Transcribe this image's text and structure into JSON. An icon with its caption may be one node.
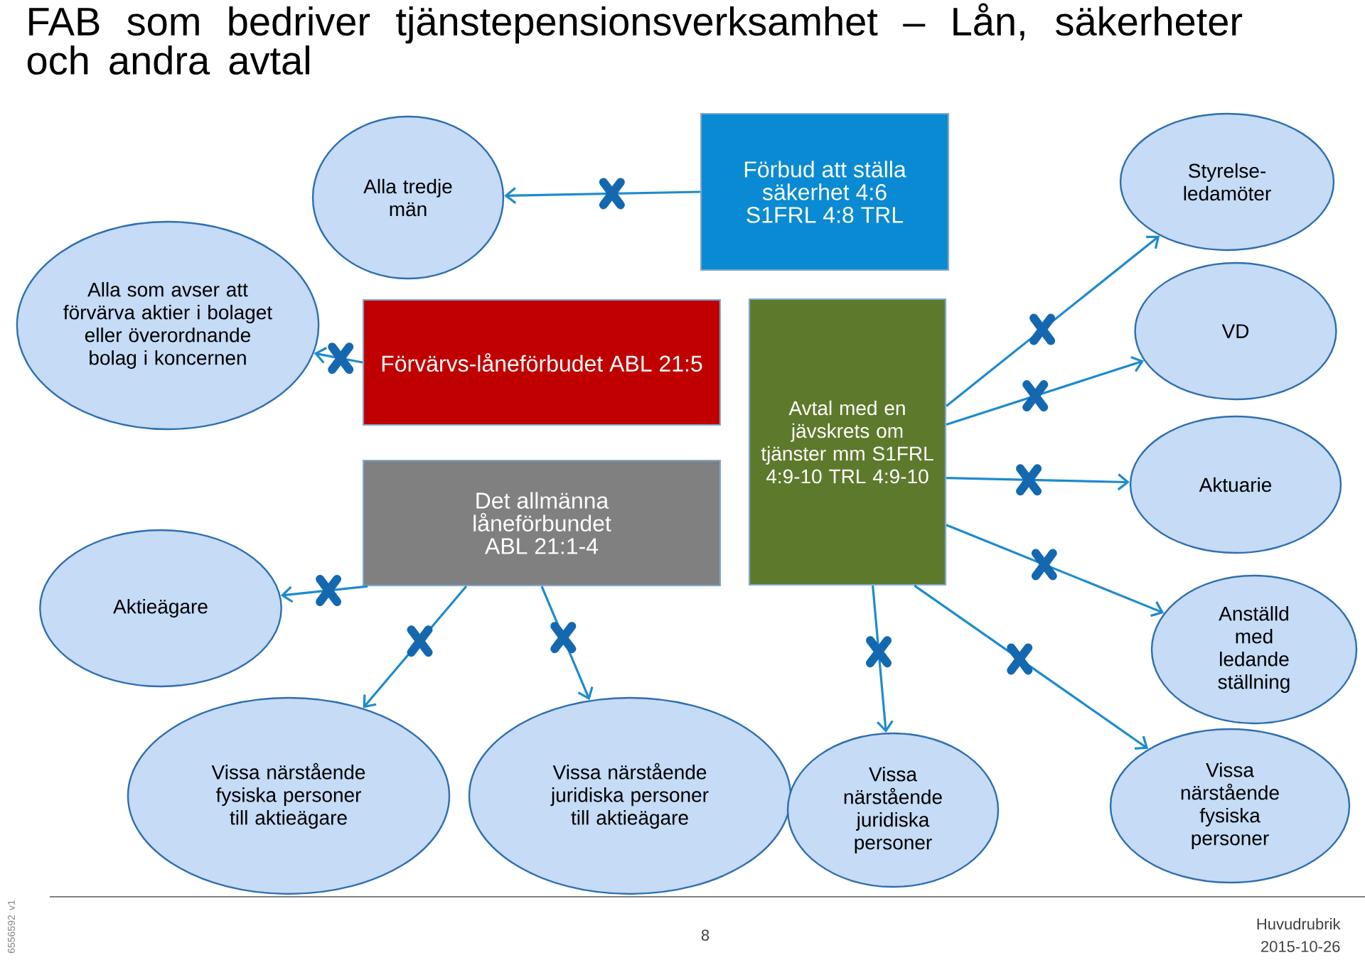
{
  "diagram": {
    "title": "FAB som bedriver tjänstepensionsverksamhet – Lån, säkerheter och andra avtal",
    "nodes": [
      {
        "text": [
          "Alla tredje män"
        ]
      },
      {
        "text": [
          "Förbud att ställa säkerhet 4:6 S1FRL 4:8 TRL"
        ]
      },
      {
        "text": [
          "Styrelse-ledamöter"
        ]
      },
      {
        "text": [
          "Alla som avser att förvärva aktier i bolaget eller överordnande bolag i koncernen"
        ]
      },
      {
        "text": [
          "Förvärvs-låneförbudet ABL 21:5"
        ]
      },
      {
        "text": [
          "Avtal med en jävskrets om tjänster mm S1FRL 4:9-10 TRL 4:9-10"
        ]
      },
      {
        "text": [
          "VD"
        ]
      },
      {
        "text": [
          "Det allmänna låneförbundet ABL 21:1-4"
        ]
      },
      {
        "text": [
          "Aktuarie"
        ]
      },
      {
        "text": [
          "Aktieägare"
        ]
      },
      {
        "text": [
          "Anställd med ledande ställning"
        ]
      },
      {
        "text": [
          "Vissa närstående fysiska personer till aktieägare"
        ]
      },
      {
        "text": [
          "Vissa närstående juridiska personer till aktieägare"
        ]
      },
      {
        "text": [
          "Vissa närstående juridiska personer"
        ]
      },
      {
        "text": [
          "Vissa närstående fysiska personer"
        ]
      }
    ],
    "edges": [
      {
        "from": 1,
        "to": 0,
        "arrow": "to"
      },
      {
        "from": 4,
        "to": 3,
        "arrow": "to"
      },
      {
        "from": 7,
        "to": 9,
        "arrow": "to"
      },
      {
        "from": 7,
        "to": 11,
        "arrow": "to"
      },
      {
        "from": 7,
        "to": 12,
        "arrow": "to"
      },
      {
        "from": 5,
        "to": 2,
        "arrow": "to"
      },
      {
        "from": 5,
        "to": 6,
        "arrow": "to"
      },
      {
        "from": 5,
        "to": 8,
        "arrow": "to"
      },
      {
        "from": 5,
        "to": 10,
        "arrow": "to"
      },
      {
        "from": 5,
        "to": 13,
        "arrow": "to"
      },
      {
        "from": 5,
        "to": 14,
        "arrow": "to"
      }
    ],
    "labels": [
      "6556592 v1",
      "8",
      "Huvudrubrik",
      "2015-10-26"
    ]
  }
}
